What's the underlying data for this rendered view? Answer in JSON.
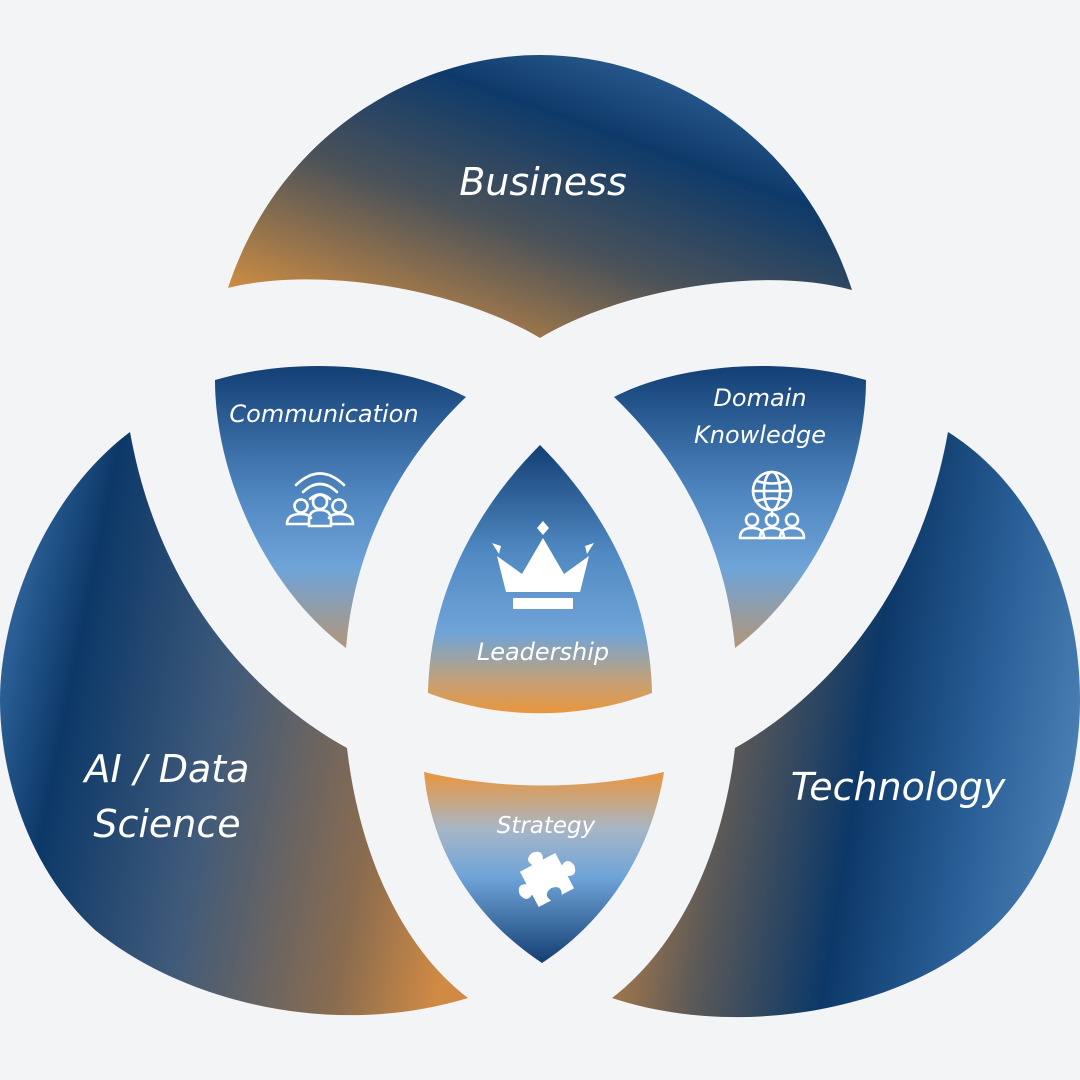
{
  "diagram": {
    "outer": {
      "business": "Business",
      "ai_data_science": [
        "AI / Data",
        "Science"
      ],
      "technology": "Technology"
    },
    "inner": {
      "communication": {
        "label": "Communication",
        "icon": "audience-broadcast-icon"
      },
      "domain_knowledge": {
        "label": [
          "Domain",
          "Knowledge"
        ],
        "icon": "globe-group-icon"
      },
      "leadership": {
        "label": "Leadership",
        "icon": "crown-icon"
      },
      "strategy": {
        "label": "Strategy",
        "icon": "puzzle-piece-icon"
      }
    },
    "colors": {
      "background": "#f3f4f6",
      "navy": "#0d3a6b",
      "sky": "#6fa4d8",
      "amber": "#e3963e",
      "slate": "#4a5360"
    }
  }
}
